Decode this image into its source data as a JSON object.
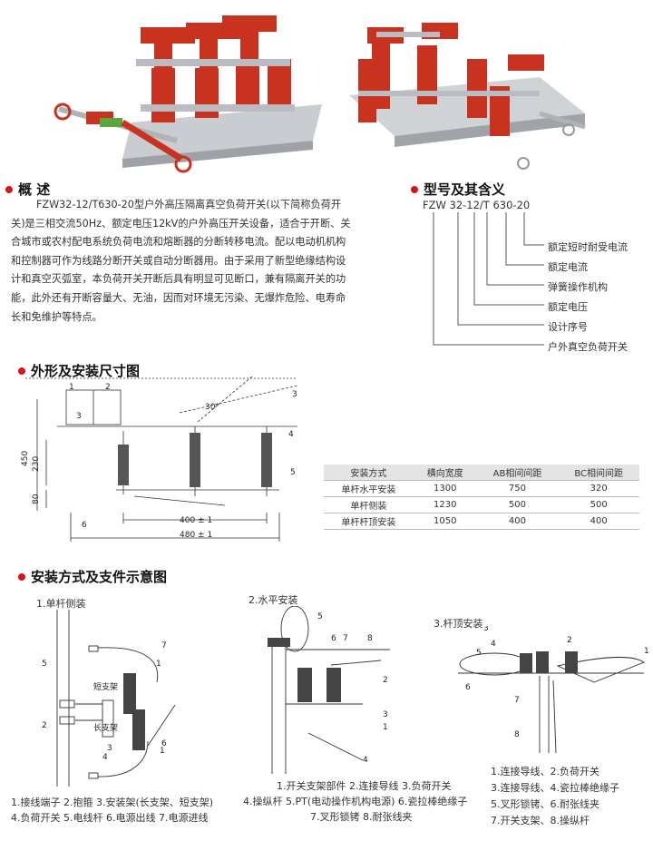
{
  "overview": {
    "title": "概  述",
    "lines": [
      "FZW32-12/T630-20型户外高压隔离真空负荷开关(以下简称负荷开",
      "关)是三相交流50Hz、额定电压12kV的户外高压开关设备，适合于开断、关",
      "合城市或农村配电系统负荷电流和熔断器的分断转移电流。配以电动机机构",
      "和控制器可作为线路分断开关或自动分断器用。由于采用了新型绝缘结构设",
      "计和真空灭弧室，本负荷开关开断后具有明显可见断口，兼有隔离开关的功",
      "能，此外还有开断容量大、无油，因而对环境无污染、无爆炸危险、电寿命",
      "长和免维护等特点。"
    ]
  },
  "model": {
    "title": "型号及其含义",
    "code": "FZW 32-12/T 630-20",
    "items": [
      "额定短时耐受电流",
      "额定电流",
      "弹簧操作机构",
      "额定电压",
      "设计序号",
      "户外真空负荷开关"
    ]
  },
  "dimensions": {
    "title": "外形及安装尺寸图",
    "labels": {
      "angle": "30°",
      "d450": "450",
      "d230": "230",
      "d80": "80",
      "w400": "400 ± 1",
      "w480": "480 ± 1",
      "n1": "1",
      "n2": "2",
      "n3": "3",
      "n4": "4",
      "n5": "5",
      "n6": "6"
    },
    "table": {
      "headers": [
        "安装方式",
        "横向宽度",
        "AB相间间距",
        "BC相间间距"
      ],
      "rows": [
        [
          "单杆水平安装",
          "1300",
          "750",
          "320"
        ],
        [
          "单杆侧装",
          "1230",
          "500",
          "500"
        ],
        [
          "单杆杆顶安装",
          "1050",
          "400",
          "400"
        ]
      ]
    }
  },
  "install": {
    "title": "安装方式及支件示意图",
    "side": {
      "title": "1.单杆侧装",
      "short_bracket": "短支架",
      "long_bracket": "长支架",
      "caption_lines": [
        "1.接线端子 2.抱箍 3.安装架(长支架、短支架)",
        "4.负荷开关 5.电线杆 6.电源出线 7.电源进线"
      ]
    },
    "horizontal": {
      "title": "2.水平安装",
      "caption_lines": [
        "1.开关支架部件 2.连接导线 3.负荷开关",
        "4.操纵杆 5.PT(电动操作机构电源) 6.瓷拉棒绝缘子",
        "7.叉形锁铐 8.耐张线夹"
      ]
    },
    "top": {
      "title": "3.杆顶安装",
      "caption_lines": [
        "1.连接导线、2.负荷开关",
        "3.连接导线、4.瓷拉棒绝缘子",
        "5.叉形锁铐、6.耐张线夹",
        "7.开关支架、8.操纵杆"
      ]
    }
  },
  "colors": {
    "accent": "#d6151b",
    "insulator": "#c8321e",
    "frame": "#b9bcc0"
  }
}
